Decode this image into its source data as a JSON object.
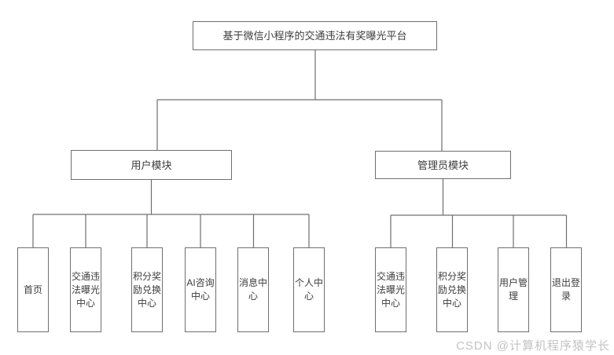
{
  "diagram": {
    "root": {
      "label": "基于微信小程序的交通违法有奖曝光平台"
    },
    "branches": [
      {
        "label": "用户模块",
        "children": [
          "首页",
          "交通违法曝光中心",
          "积分奖励兑换中心",
          "AI咨询中心",
          "消息中心",
          "个人中心"
        ]
      },
      {
        "label": "管理员模块",
        "children": [
          "交通违法曝光中心",
          "积分奖励兑换中心",
          "用户管理",
          "退出登录"
        ]
      }
    ]
  },
  "watermark": {
    "text": "CSDN @计算机程序猿学长"
  },
  "colors": {
    "line": "#6f6f6f",
    "watermark": "#c3c3c3"
  }
}
